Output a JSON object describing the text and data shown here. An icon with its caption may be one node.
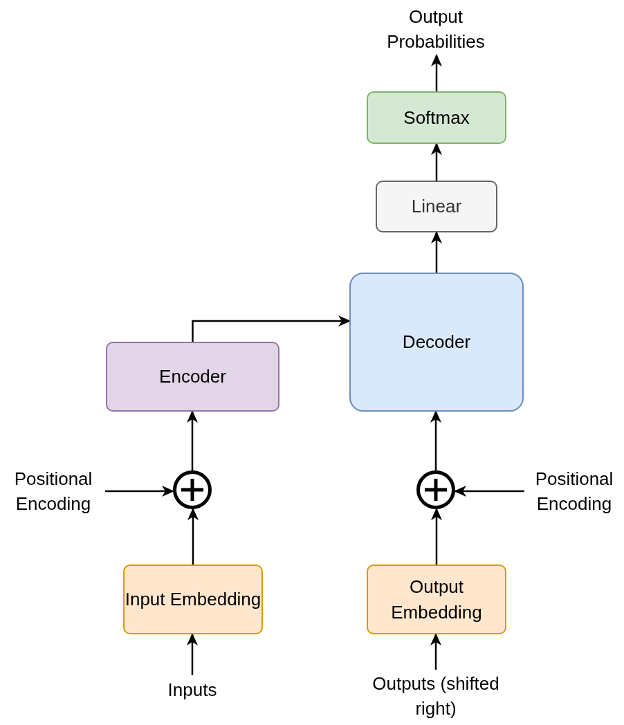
{
  "diagram": {
    "nodes": [
      {
        "text": [
          "Output Probabilities"
        ]
      },
      {
        "text": [
          "Softmax"
        ]
      },
      {
        "text": [
          "Linear"
        ]
      },
      {
        "text": [
          "Decoder"
        ]
      },
      {
        "text": [
          "Encoder"
        ]
      },
      {
        "text": [
          "Positional Encoding"
        ]
      },
      {
        "text": [],
        "shape": "circle"
      },
      {
        "text": [],
        "shape": "circle"
      },
      {
        "text": [
          "Positional Encoding"
        ]
      },
      {
        "text": [
          "Input Embedding"
        ]
      },
      {
        "text": [
          "Output Embedding"
        ]
      },
      {
        "text": [
          "Inputs"
        ]
      },
      {
        "text": [
          "Outputs (shifted right)"
        ]
      }
    ],
    "edges": [
      {
        "from": 1,
        "to": 0,
        "arrow": "to"
      },
      {
        "from": 2,
        "to": 1,
        "arrow": "to"
      },
      {
        "from": 3,
        "to": 2,
        "arrow": "to"
      },
      {
        "from": 4,
        "to": 3,
        "arrow": "to"
      },
      {
        "from": 6,
        "to": 4,
        "arrow": "to"
      },
      {
        "from": 7,
        "to": 3,
        "arrow": "to"
      },
      {
        "from": 5,
        "to": 6,
        "arrow": "to"
      },
      {
        "from": 8,
        "to": 7,
        "arrow": "to"
      },
      {
        "from": 9,
        "to": 6,
        "arrow": "to"
      },
      {
        "from": 10,
        "to": 7,
        "arrow": "to"
      },
      {
        "from": 11,
        "to": 9,
        "arrow": "to"
      },
      {
        "from": 12,
        "to": 10,
        "arrow": "to"
      }
    ]
  }
}
